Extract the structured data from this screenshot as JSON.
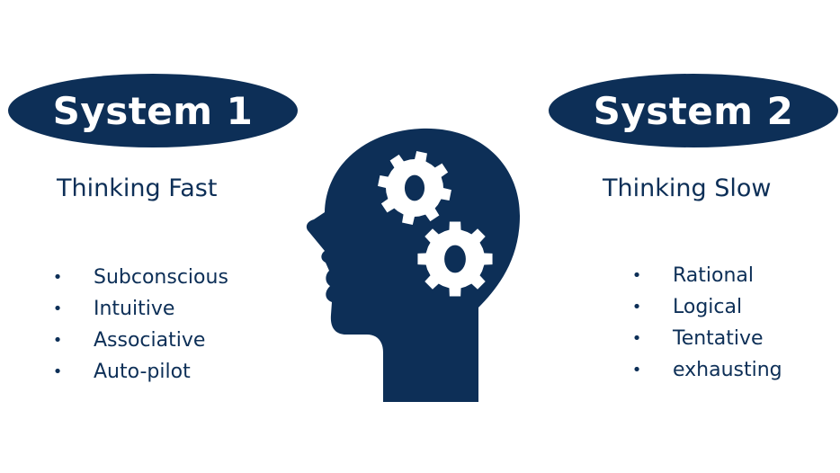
{
  "system1": {
    "title": "System 1",
    "subtitle": "Thinking Fast",
    "items": [
      "Subconscious",
      "Intuitive",
      "Associative",
      "Auto-pilot"
    ]
  },
  "system2": {
    "title": "System 2",
    "subtitle": "Thinking Slow",
    "items": [
      "Rational",
      "Logical",
      "Tentative",
      "exhausting"
    ]
  },
  "bullet": "•",
  "center_icon": "head-with-gears-icon",
  "colors": {
    "primary": "#0d2f57",
    "background": "#ffffff"
  }
}
